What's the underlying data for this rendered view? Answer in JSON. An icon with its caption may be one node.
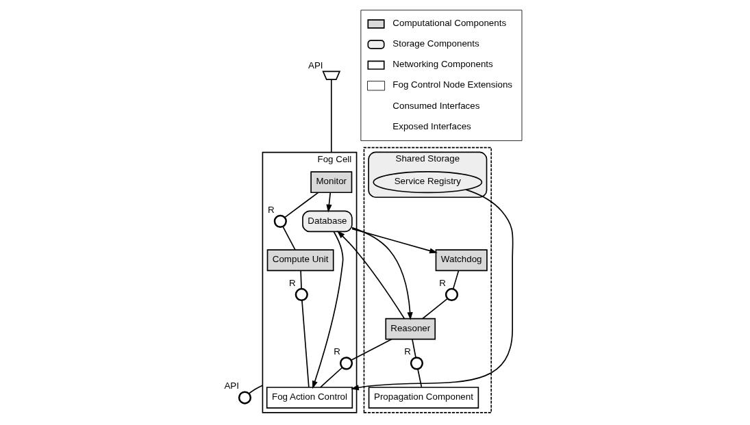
{
  "diagram": {
    "nodes": [
      {
        "text": [],
        "shape": "box"
      },
      {
        "text": [
          "Shared Storage"
        ],
        "in": 0
      },
      {
        "text": [
          "Service Registry"
        ],
        "in": 1
      },
      {
        "text": [
          "Watchdog"
        ],
        "in": 0
      },
      {
        "text": [
          "Reasoner"
        ],
        "in": 0
      },
      {
        "text": [
          "Propagation Component"
        ],
        "in": 0
      },
      {
        "text": [
          "Fog Cell"
        ]
      },
      {
        "text": [
          "Monitor"
        ],
        "in": 6
      },
      {
        "text": [
          "Database"
        ],
        "in": 6
      },
      {
        "text": [
          "Compute Unit"
        ],
        "in": 6
      },
      {
        "text": [
          "Fog Action Control"
        ],
        "in": 6
      },
      {
        "text": [],
        "shape": "circle",
        "beside": [
          "R"
        ],
        "in": 0
      },
      {
        "text": [],
        "shape": "circle",
        "beside": [
          "R"
        ],
        "in": 0
      },
      {
        "text": [],
        "shape": "circle",
        "beside": [
          "R"
        ],
        "in": 6
      },
      {
        "text": [],
        "shape": "circle",
        "beside": [
          "R"
        ],
        "in": 6
      },
      {
        "text": [],
        "shape": "circle",
        "beside": [
          "R"
        ],
        "in": 6
      },
      {
        "text": [],
        "shape": "socket",
        "beside": [
          "API"
        ]
      },
      {
        "text": [],
        "shape": "circle",
        "beside": [
          "API"
        ]
      }
    ],
    "edges": [
      {
        "from": 8,
        "to": 3,
        "arrow": "to"
      },
      {
        "from": 7,
        "to": 8,
        "arrow": "to"
      },
      {
        "from": 8,
        "to": 4,
        "arrow": "to"
      },
      {
        "from": 4,
        "to": 8,
        "arrow": "to"
      },
      {
        "from": 8,
        "to": 10,
        "arrow": "to"
      },
      {
        "from": 3,
        "to": 11,
        "arrow": "none"
      },
      {
        "from": 11,
        "to": 4,
        "arrow": "none"
      },
      {
        "from": 4,
        "to": 12,
        "arrow": "none"
      },
      {
        "from": 12,
        "to": 5,
        "arrow": "none"
      },
      {
        "from": 7,
        "to": 13,
        "arrow": "none"
      },
      {
        "from": 13,
        "to": 9,
        "arrow": "none"
      },
      {
        "from": 9,
        "to": 14,
        "arrow": "none"
      },
      {
        "from": 14,
        "to": 10,
        "arrow": "none"
      },
      {
        "from": 4,
        "to": 15,
        "arrow": "none"
      },
      {
        "from": 15,
        "to": 10,
        "arrow": "none"
      },
      {
        "from": 2,
        "to": 10,
        "arrow": "to"
      },
      {
        "from": 16,
        "to": 6,
        "arrow": "none"
      },
      {
        "from": 6,
        "to": 17,
        "arrow": "none"
      }
    ],
    "legend": [
      {
        "text": "Computational Components"
      },
      {
        "text": "Storage Components"
      },
      {
        "text": "Networking Components"
      },
      {
        "text": "Fog Control Node Extensions"
      },
      {
        "text": "Consumed Interfaces"
      },
      {
        "text": "Exposed Interfaces"
      }
    ]
  }
}
